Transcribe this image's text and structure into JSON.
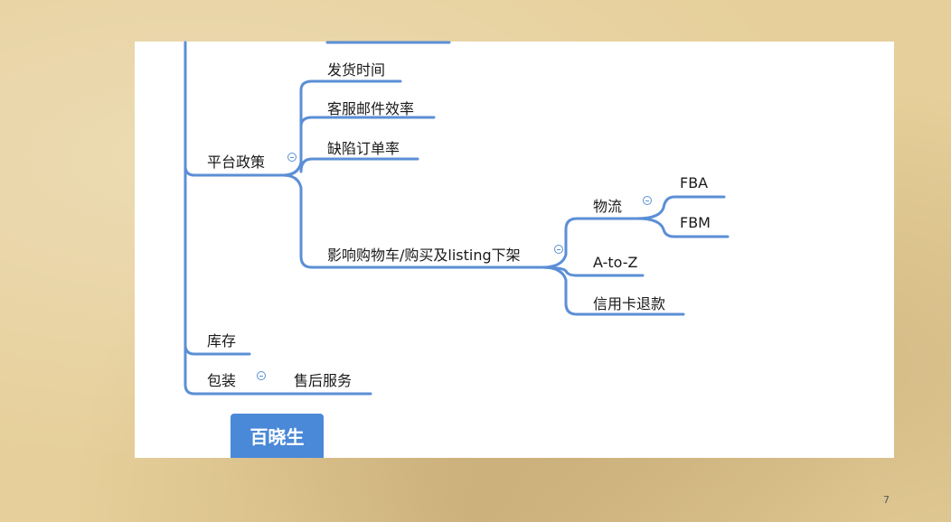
{
  "nodes": {
    "delivery_time": "发货时间",
    "cs_email_efficiency": "客服邮件效率",
    "defect_order_rate": "缺陷订单率",
    "platform_policy": "平台政策",
    "buybox_listing": "影响购物车/购买及listing下架",
    "logistics": "物流",
    "fba": "FBA",
    "fbm": "FBM",
    "a_to_z": "A-to-Z",
    "chargeback": "信用卡退款",
    "inventory": "库存",
    "packaging": "包装",
    "after_sales": "售后服务"
  },
  "badge": "百晓生",
  "page_number": "7",
  "colors": {
    "line": "#5b8fd6",
    "badge": "#4a88d8"
  }
}
